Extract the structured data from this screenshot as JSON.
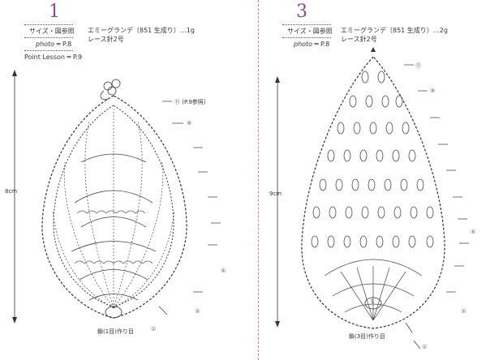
{
  "left": {
    "number": "1",
    "size_label": "サイズ・図参照",
    "photo_label": "photo",
    "photo_page": "P.8",
    "point_lesson_label": "Point Lesson",
    "point_lesson_page": "P.9",
    "yarn": "エミーグランデ（851 生成り）…1g",
    "hook": "レース針2号",
    "height_label": "8cm",
    "top_note": "P.9参照",
    "row_numbers": [
      "⑪",
      "⑨",
      "⑤",
      "③",
      "①"
    ],
    "start_label": "鎖(1目)作り目"
  },
  "right": {
    "number": "3",
    "size_label": "サイズ・図参照",
    "photo_label": "photo",
    "photo_page": "P.8",
    "yarn": "エミーグランデ（851 生成り）…2g",
    "hook": "レース針2号",
    "height_label": "9cm",
    "row_numbers": [
      "⑪",
      "⑨",
      "⑤",
      "③",
      "①"
    ],
    "center_mark": "5",
    "start_label": "鎖(3目)作り目"
  },
  "colors": {
    "accent": "#8b4a8b",
    "divider": "#c77fb0",
    "ink": "#333333"
  }
}
